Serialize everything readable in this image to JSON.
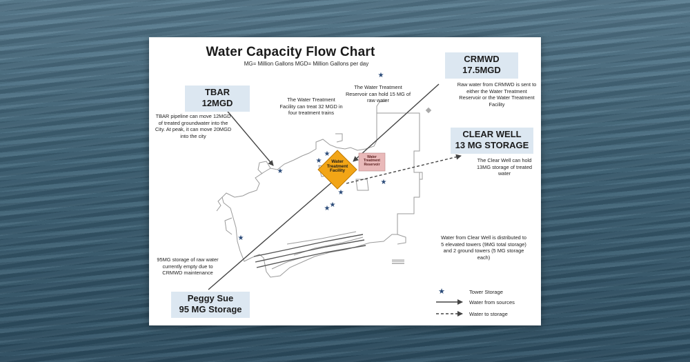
{
  "title": "Water Capacity Flow Chart",
  "subtitle": "MG= Million Gallons   MGD= Million Gallons per day",
  "boxes": {
    "crmwd": {
      "line1": "CRMWD",
      "line2": "17.5MGD"
    },
    "tbar": {
      "line1": "TBAR",
      "line2": "12MGD"
    },
    "clearwell": {
      "line1": "CLEAR WELL",
      "line2": "13 MG STORAGE"
    },
    "peggysue": {
      "line1": "Peggy Sue",
      "line2": "95 MG Storage"
    }
  },
  "notes": {
    "tbar": "TBAR pipeline can move 12MGD of treated groundwater into the City. At peak, it can move 20MGD into the city",
    "treatment_facility": "The Water Treatment Facility can treat 32 MGD in four treatment trains",
    "reservoir": "The Water Treatment Reservoir can hold 15 MG of raw water",
    "crmwd": "Raw water from CRMWD is sent to either the Water Treatment Reservoir or the Water Treatment Facility",
    "clearwell": "The Clear Well can hold 13MG storage of treated water",
    "distribution": "Water from Clear Well is distributed to 5 elevated towers (9MG total storage) and 2 ground towers (5 MG storage each)",
    "peggysue": "95MG storage of raw water currently empty due to CRMWD maintenance"
  },
  "labels": {
    "facility": "Water Treatment Facility",
    "reservoir": "Water Treatment Reservoir"
  },
  "legend": {
    "tower": "Tower Storage",
    "sources": "Water from sources",
    "storage": "Water to storage"
  },
  "colors": {
    "box_bg": "#dce7f1",
    "star": "#2a4a78",
    "facility_fill": "#f2a516",
    "reservoir_fill": "#e9b9b9",
    "arrow": "#444444"
  }
}
